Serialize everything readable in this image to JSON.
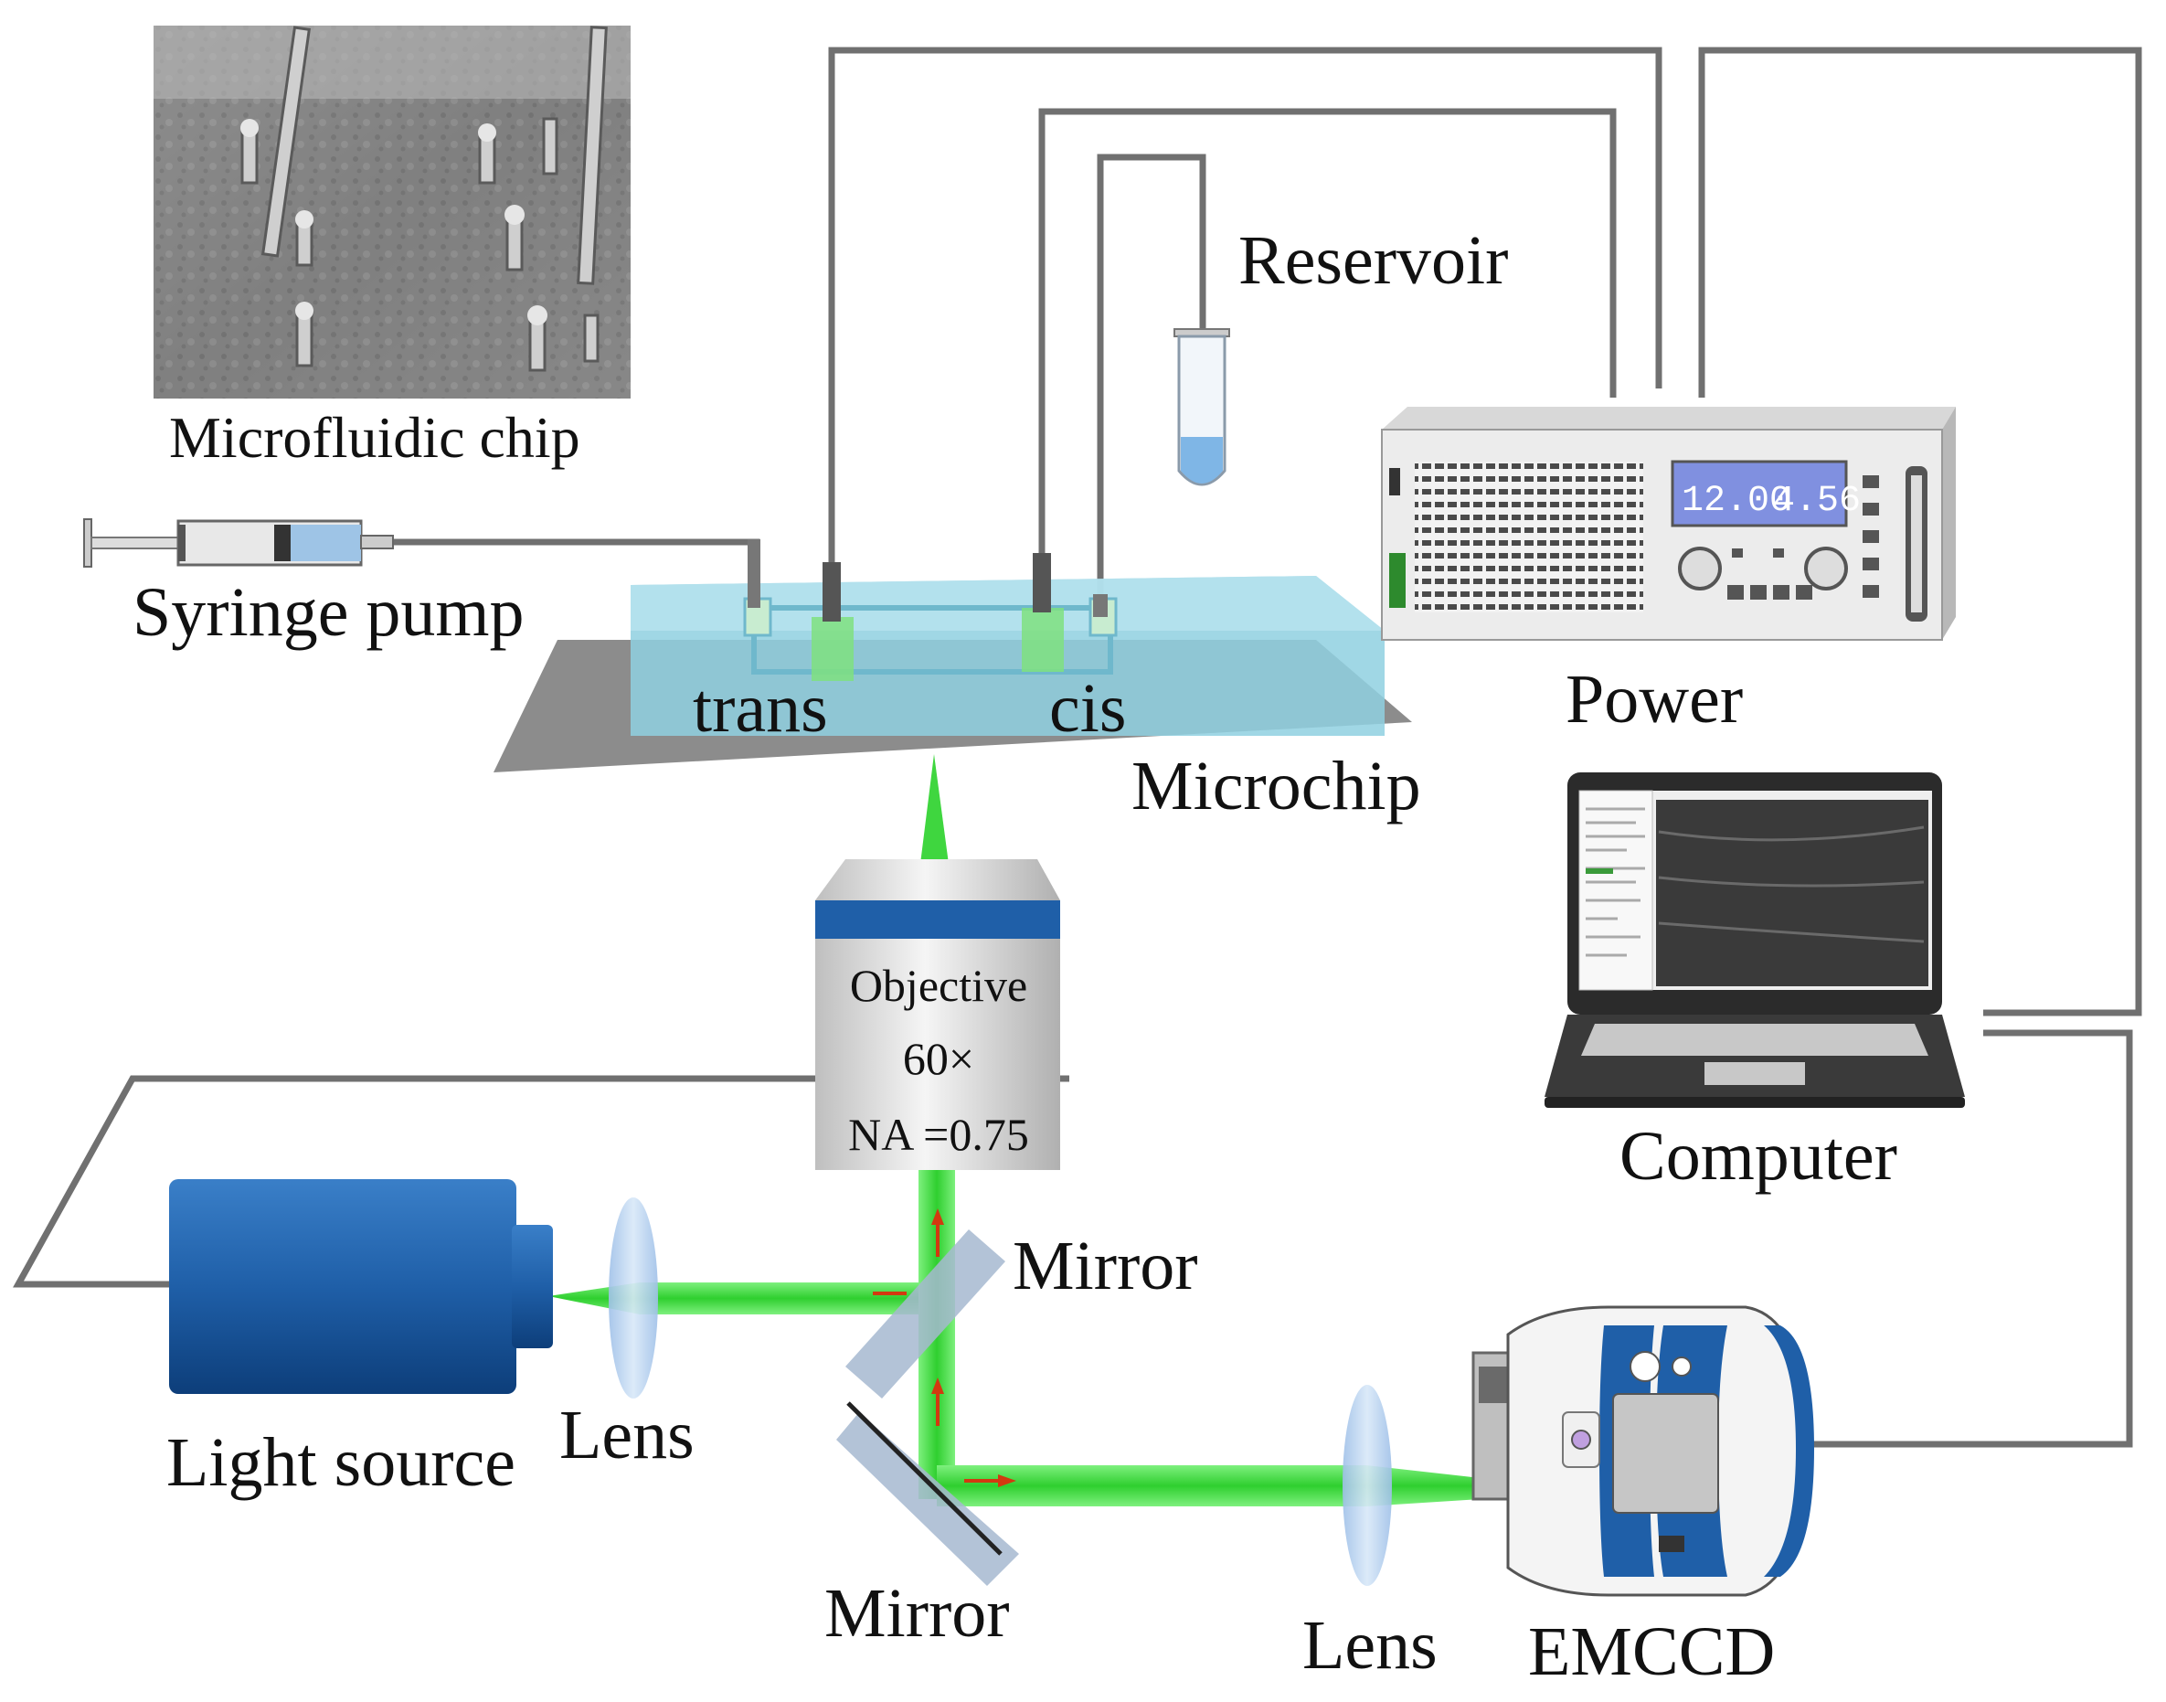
{
  "labels": {
    "microfluidic_chip": "Microfluidic chip",
    "syringe_pump": "Syringe pump",
    "reservoir": "Reservoir",
    "power": "Power",
    "trans": "trans",
    "cis": "cis",
    "microchip": "Microchip",
    "computer": "Computer",
    "objective_name": "Objective",
    "objective_mag": "60×",
    "objective_na": "NA =0.75",
    "mirror_top": "Mirror",
    "mirror_bottom": "Mirror",
    "light_source": "Light source",
    "lens_left": "Lens",
    "lens_right": "Lens",
    "emccd": "EMCCD"
  },
  "power_display": {
    "left_value": "12.00",
    "right_value": "4.56"
  },
  "colors": {
    "beam": "#3fd63f",
    "wire": "#707070",
    "chip": "#8fd0e0",
    "light_source": "#1f5fa8",
    "objective_band": "#1f5fa8",
    "arrow": "#d23a10"
  }
}
